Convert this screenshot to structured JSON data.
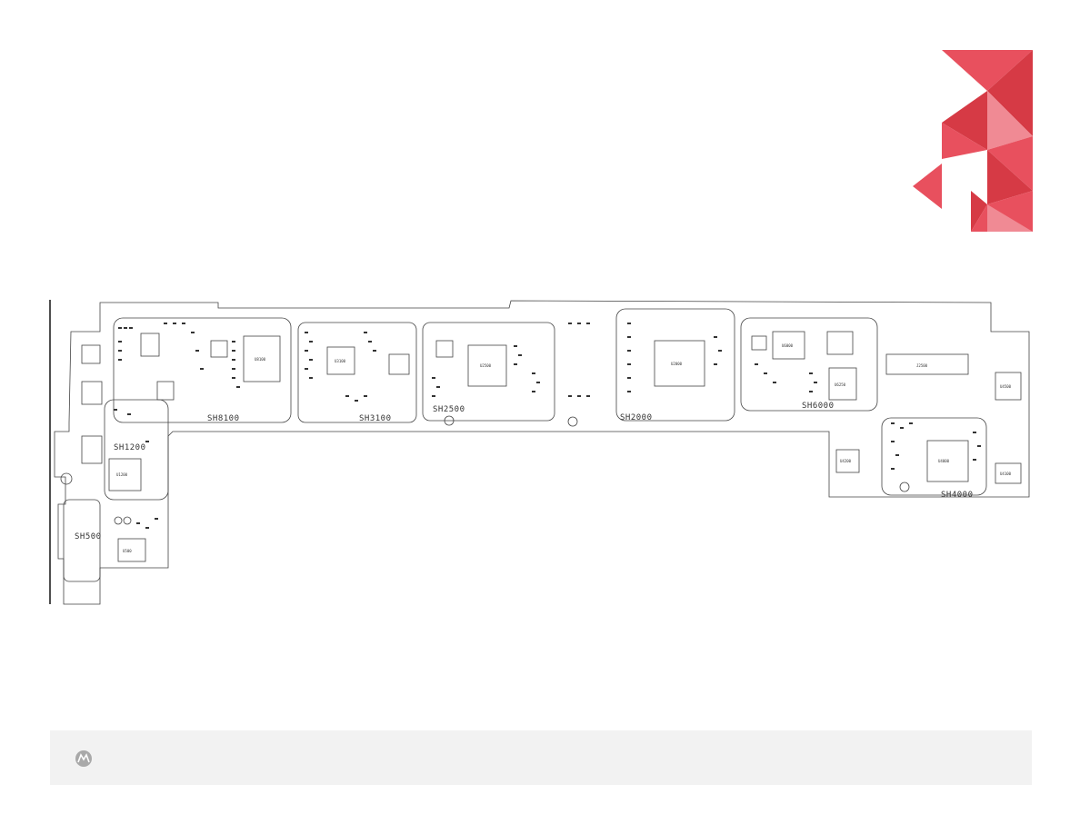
{
  "brand": {
    "logo_name": "red-triangle-logo",
    "colors": {
      "dark_red": "#d63a45",
      "mid_red": "#e8505e",
      "light_red": "#f08a94",
      "footer_bg": "#f2f2f2"
    }
  },
  "shield_labels": {
    "sh8100": "SH8100",
    "sh3100": "SH3100",
    "sh2500": "SH2500",
    "sh2000": "SH2000",
    "sh6000": "SH6000",
    "sh4000": "SH4000",
    "sh1200": "SH1200",
    "sh500": "SH500"
  },
  "components": {
    "u8100": "U8100",
    "u3100": "U3100",
    "u2500": "U2500",
    "u2000": "U2000",
    "u6000": "U6000",
    "u6250": "U6250",
    "u4000": "U4000",
    "u1200": "U1200",
    "j2500": "J2500",
    "u500": "U500",
    "u4200": "U4200",
    "u4500": "U4500",
    "u4100": "U4100"
  },
  "footer": {
    "icon": "motorola-logo-icon"
  }
}
